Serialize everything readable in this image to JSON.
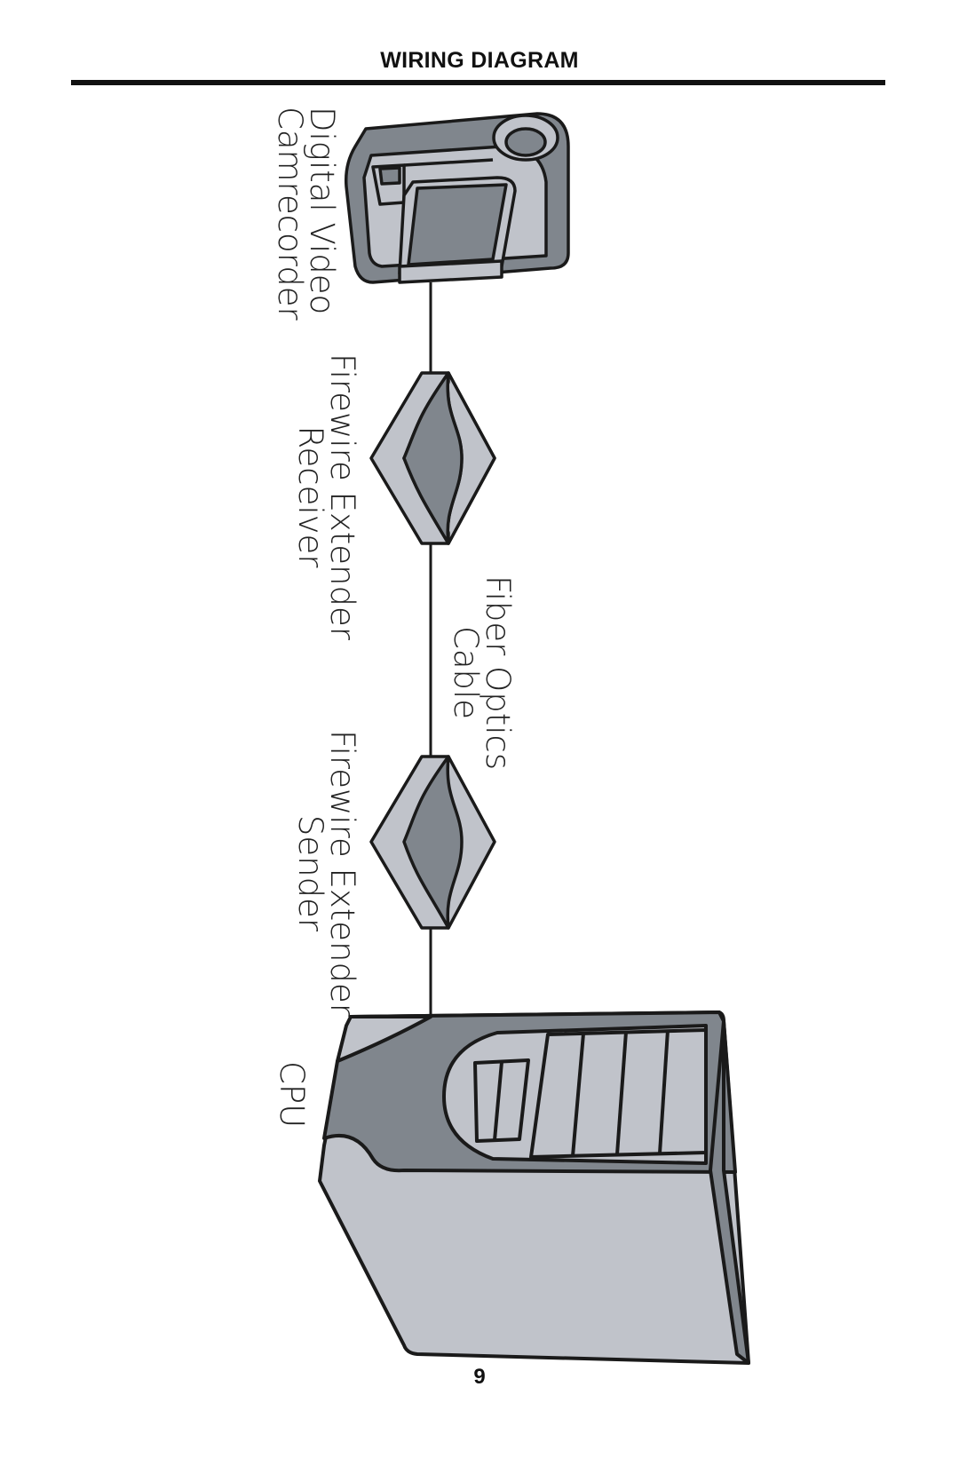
{
  "page": {
    "title": "WIRING DIAGRAM",
    "page_number": "9"
  },
  "colors": {
    "line": "#1a1a1a",
    "light_gray": "#c0c3ca",
    "dark_gray": "#80868d",
    "white": "#ffffff"
  },
  "nodes": [
    {
      "id": "camcorder",
      "line1": "Digital Video",
      "line2": "Camrecorder",
      "icon": "camcorder-icon"
    },
    {
      "id": "receiver",
      "line1": "Firewire Extender",
      "line2": "Receiver",
      "icon": "extender-icon"
    },
    {
      "id": "sender",
      "line1": "Firewire Extender",
      "line2": "Sender",
      "icon": "extender-icon"
    },
    {
      "id": "cpu",
      "line1": "CPU",
      "icon": "computer-tower-icon"
    }
  ],
  "edges": [
    {
      "from": "camcorder",
      "to": "receiver"
    },
    {
      "from": "receiver",
      "to": "sender",
      "line1": "Fiber Optics",
      "line2": "Cable"
    },
    {
      "from": "sender",
      "to": "cpu"
    }
  ]
}
